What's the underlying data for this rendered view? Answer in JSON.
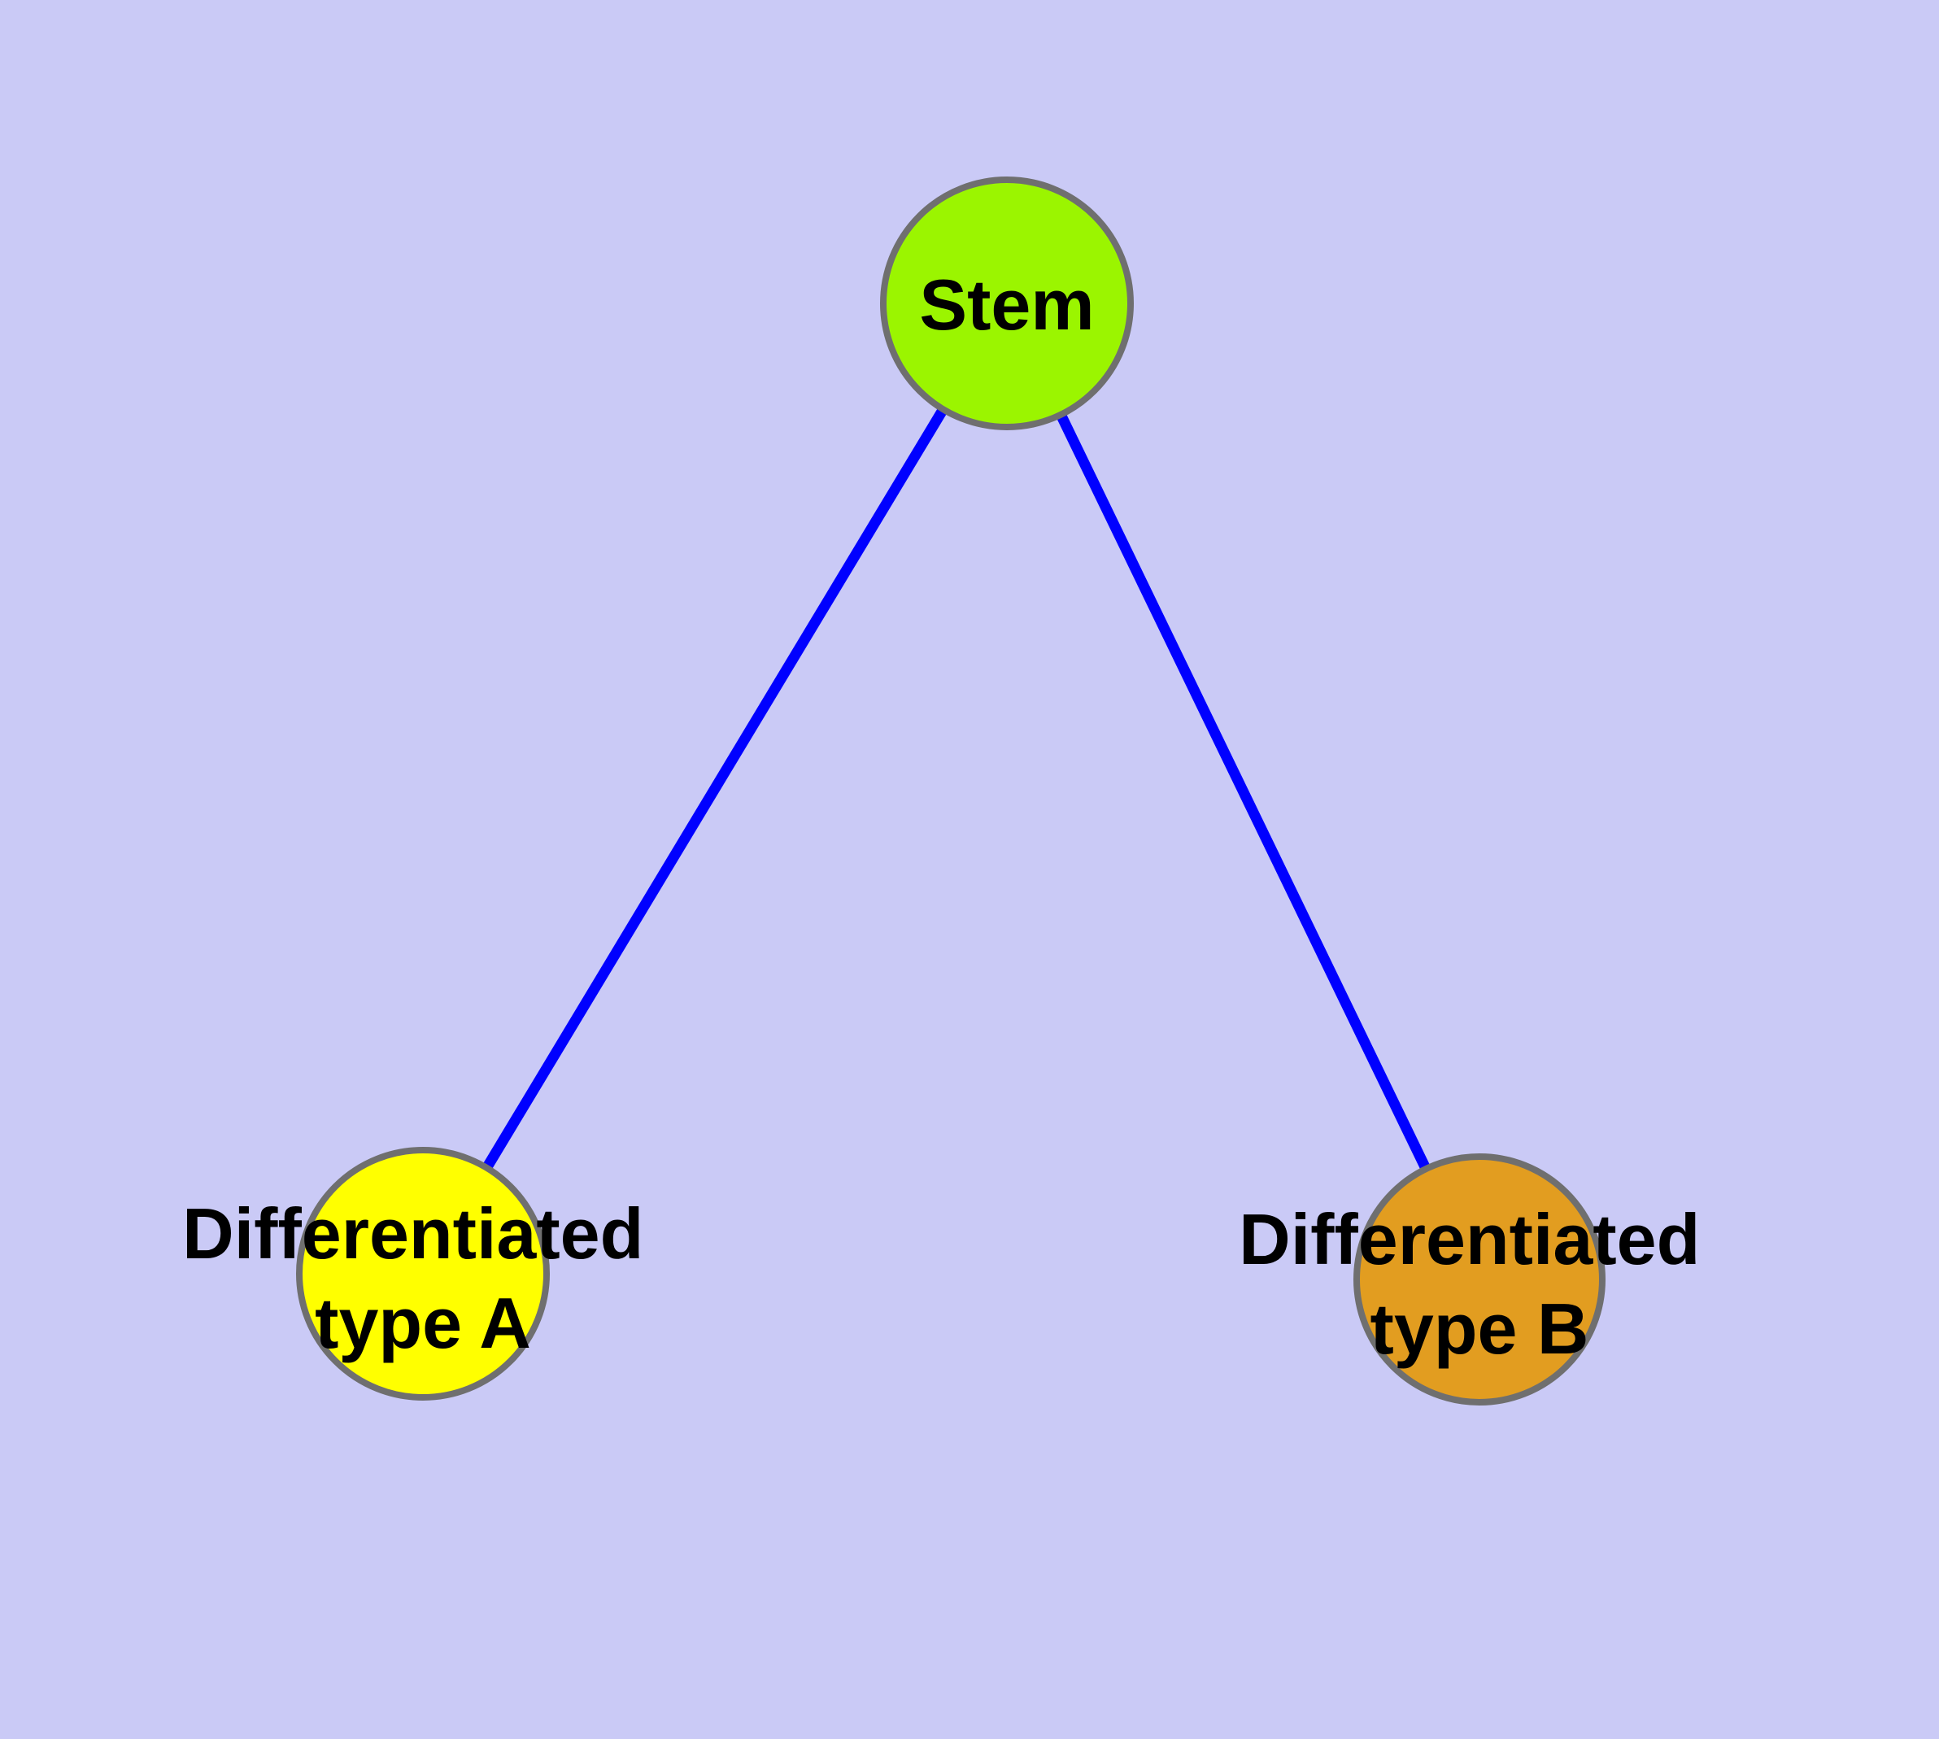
{
  "diagram": {
    "type": "node-link-graph",
    "background_color": "#CACAF6",
    "edge_color": "#0000FF",
    "node_border_color": "#6F6F6F",
    "label_color": "#000000",
    "nodes": {
      "stem": {
        "label": "Stem",
        "color": "#9BF500"
      },
      "type_a": {
        "label": "Differentiated type A",
        "label_line1": "Differentiated",
        "label_line2": "type A",
        "color": "#FFFF00"
      },
      "type_b": {
        "label": "Differentiated type B",
        "label_line1": "Differentiated",
        "label_line2": "type B",
        "color": "#E29D20"
      }
    },
    "edges": [
      {
        "from": "Stem",
        "to": "Differentiated type A"
      },
      {
        "from": "Stem",
        "to": "Differentiated type B"
      }
    ]
  }
}
